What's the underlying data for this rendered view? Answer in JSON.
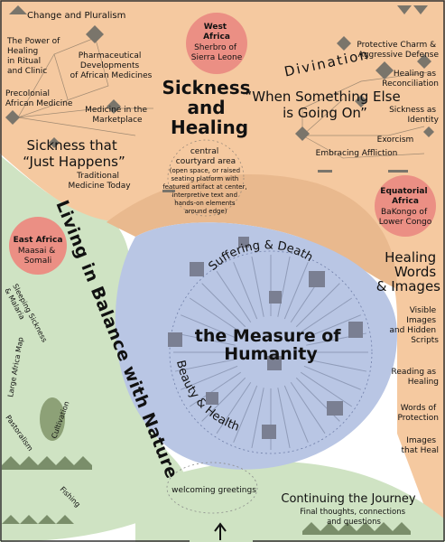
{
  "colors": {
    "sickness_region": "#f5c9a0",
    "sickness_overlap": "#e9b98e",
    "nature_region": "#cfe3c3",
    "measure_region": "#b9c6e4",
    "region_badge": "#eb8f84",
    "marker": "#7a756b",
    "ray": "#8f9bb8"
  },
  "sickness": {
    "title_line1": "Sickness",
    "title_line2": "and",
    "title_line3": "Healing",
    "change_pluralism": "Change and Pluralism",
    "power_of_healing": [
      "The Power of",
      "Healing",
      "in Ritual",
      "and Clinic"
    ],
    "pharmaceutical": [
      "Pharmaceutical",
      "Developments",
      "of African Medicines"
    ],
    "precolonial": [
      "Precolonial",
      "African Medicine"
    ],
    "marketplace": [
      "Medicine in the",
      "Marketplace"
    ],
    "just_happens": [
      "Sickness that",
      "“Just Happens”"
    ],
    "traditional": [
      "Traditional",
      "Medicine Today"
    ],
    "courtyard_title": "central",
    "courtyard_title2": "courtyard area",
    "courtyard_desc": [
      "(open space, or raised",
      "seating platform with",
      "featured artifact at center,",
      "interpretive text and",
      "hands-on elements",
      "around edge)"
    ],
    "divination": "Divination",
    "something_else": [
      "“When Something Else",
      "is Going On”"
    ],
    "protective": [
      "Protective Charm &",
      "Aggressive Defense"
    ],
    "reconciliation": [
      "Healing as",
      "Reconciliation"
    ],
    "identity": [
      "Sickness as",
      "Identity"
    ],
    "exorcism": "Exorcism",
    "embracing": "Embracing Affliction"
  },
  "regions": {
    "west_africa": {
      "name": "West",
      "name2": "Africa",
      "people": [
        "Sherbro of",
        "Sierra Leone"
      ]
    },
    "equatorial_africa": {
      "name": "Equatorial",
      "name2": "Africa",
      "people": [
        "BaKongo of",
        "Lower Congo"
      ]
    },
    "east_africa": {
      "name": "East Africa",
      "people": [
        "Maasai &",
        "Somali"
      ]
    }
  },
  "nature": {
    "title": "Living in Balance with Nature",
    "sleeping_sickness": [
      "Sleeping Sickness",
      "& Malaria"
    ],
    "large_map": "Large Africa Map",
    "cultivation": "Cultivation",
    "pastoralism": "Pastoralism",
    "fishing": "Fishing"
  },
  "measure": {
    "title_line1": "the Measure of",
    "title_line2": "Humanity",
    "suffering": "Suffering & Death",
    "beauty": "Beauty & Health"
  },
  "words": {
    "title": [
      "Healing",
      "Words",
      "& Images"
    ],
    "visible": [
      "Visible",
      "Images",
      "and Hidden",
      "Scripts"
    ],
    "reading": [
      "Reading as",
      "Healing"
    ],
    "protection": [
      "Words of",
      "Protection"
    ],
    "heal": [
      "Images",
      "that Heal"
    ]
  },
  "journey": {
    "title": "Continuing the Journey",
    "subtitle": [
      "Final thoughts, connections",
      "and questions"
    ]
  },
  "welcoming": "welcoming greetings"
}
